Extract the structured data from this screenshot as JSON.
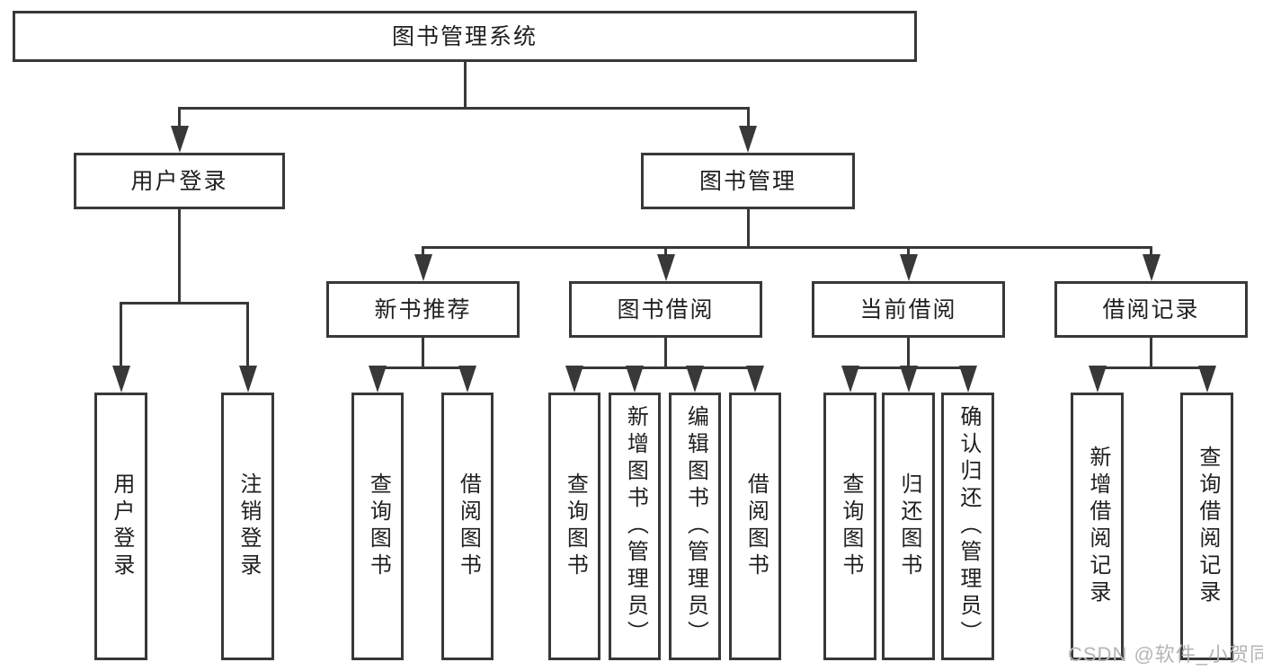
{
  "tree": {
    "root": {
      "label": "图书管理系统"
    },
    "branches": [
      {
        "label": "用户登录",
        "children": [
          {
            "label": "用户登录"
          },
          {
            "label": "注销登录"
          }
        ]
      },
      {
        "label": "图书管理",
        "children": [
          {
            "label": "新书推荐",
            "children": [
              {
                "label": "查询图书"
              },
              {
                "label": "借阅图书"
              }
            ]
          },
          {
            "label": "图书借阅",
            "children": [
              {
                "label": "查询图书"
              },
              {
                "label": "新增图书（管理员）"
              },
              {
                "label": "编辑图书（管理员）"
              },
              {
                "label": "借阅图书"
              }
            ]
          },
          {
            "label": "当前借阅",
            "children": [
              {
                "label": "查询图书"
              },
              {
                "label": "归还图书"
              },
              {
                "label": "确认归还（管理员）"
              }
            ]
          },
          {
            "label": "借阅记录",
            "children": [
              {
                "label": "新增借阅记录"
              },
              {
                "label": "查询借阅记录"
              }
            ]
          }
        ]
      }
    ]
  },
  "watermark": {
    "text": "CSDN @软件_小贺同学"
  },
  "colors": {
    "line": "#383838",
    "text": "#1f1f1f",
    "watermark": "#b5b5b5",
    "background": "#ffffff"
  }
}
